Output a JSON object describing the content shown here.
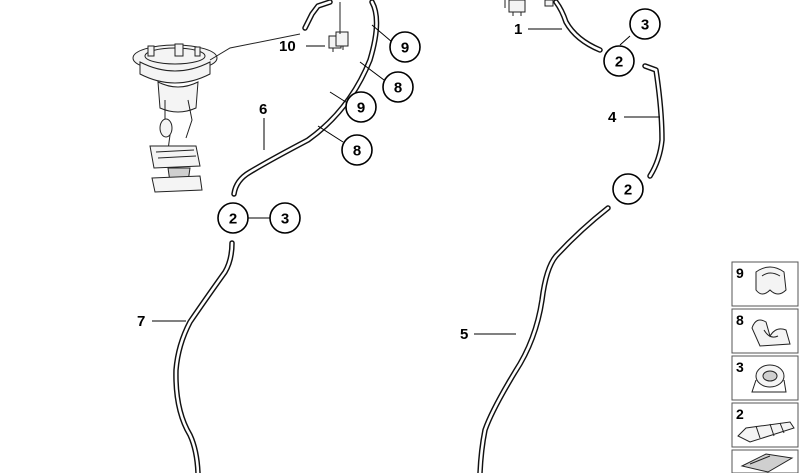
{
  "callouts": {
    "c9_top": "9",
    "c8_top": "8",
    "c9_mid": "9",
    "c8_mid": "8",
    "c2_left": "2",
    "c3_left": "3",
    "c3_right": "3",
    "c2_right_top": "2",
    "c2_right_mid": "2"
  },
  "labels": {
    "l10": "10",
    "l6": "6",
    "l7": "7",
    "l1": "1",
    "l4": "4",
    "l5": "5"
  },
  "legend": [
    {
      "number": "9",
      "icon": "hose-clip-icon"
    },
    {
      "number": "8",
      "icon": "cable-clip-icon"
    },
    {
      "number": "3",
      "icon": "hose-clamp-icon"
    },
    {
      "number": "2",
      "icon": "hose-connector-icon"
    },
    {
      "number": "",
      "icon": "shim-icon"
    }
  ]
}
